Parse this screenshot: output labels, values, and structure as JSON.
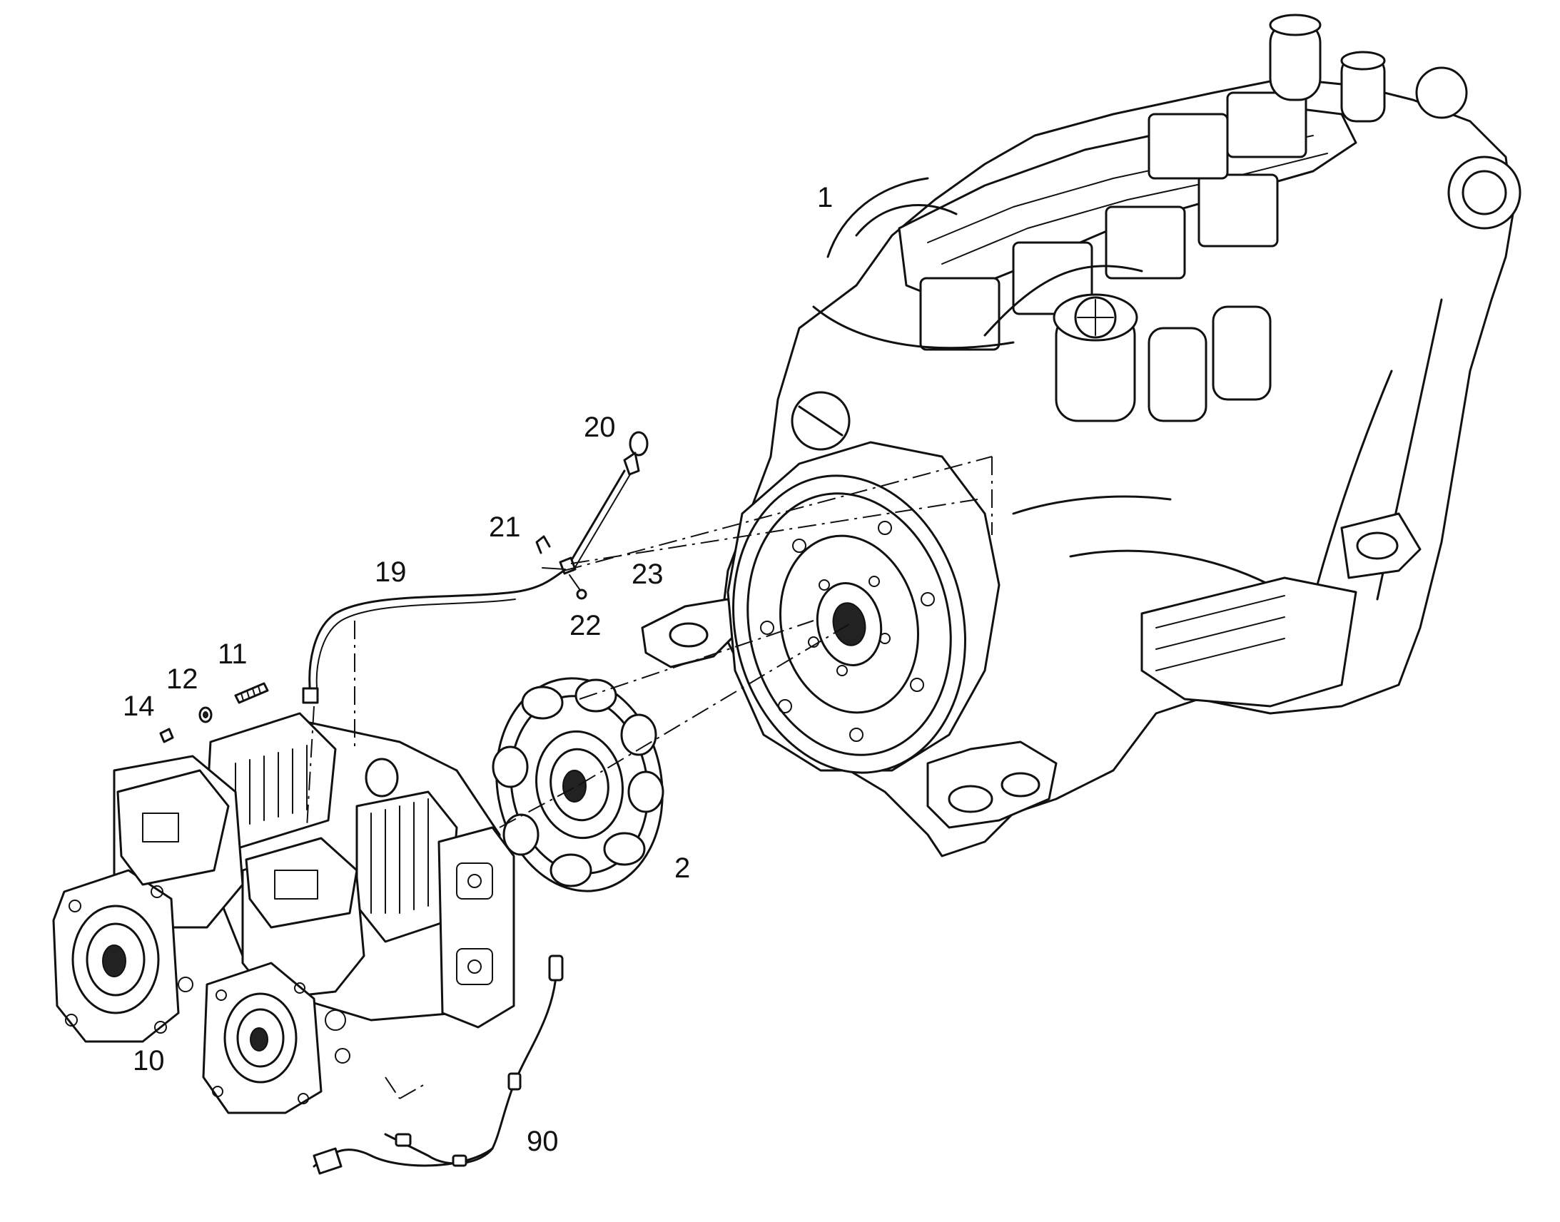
{
  "callouts": [
    {
      "id": "engine",
      "label": "1"
    },
    {
      "id": "coupling",
      "label": "2"
    },
    {
      "id": "pump",
      "label": "10"
    },
    {
      "id": "stud",
      "label": "11"
    },
    {
      "id": "washer",
      "label": "12"
    },
    {
      "id": "nut",
      "label": "14"
    },
    {
      "id": "hose",
      "label": "19"
    },
    {
      "id": "hose-end",
      "label": "20"
    },
    {
      "id": "clip",
      "label": "21"
    },
    {
      "id": "screw",
      "label": "22"
    },
    {
      "id": "clamp",
      "label": "23"
    },
    {
      "id": "harness",
      "label": "90"
    }
  ]
}
